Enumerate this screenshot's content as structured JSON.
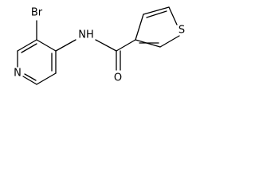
{
  "molecule": {
    "atoms": {
      "br": "Br",
      "nh": "NH",
      "n_ring": "N",
      "o": "O",
      "s": "S"
    }
  }
}
